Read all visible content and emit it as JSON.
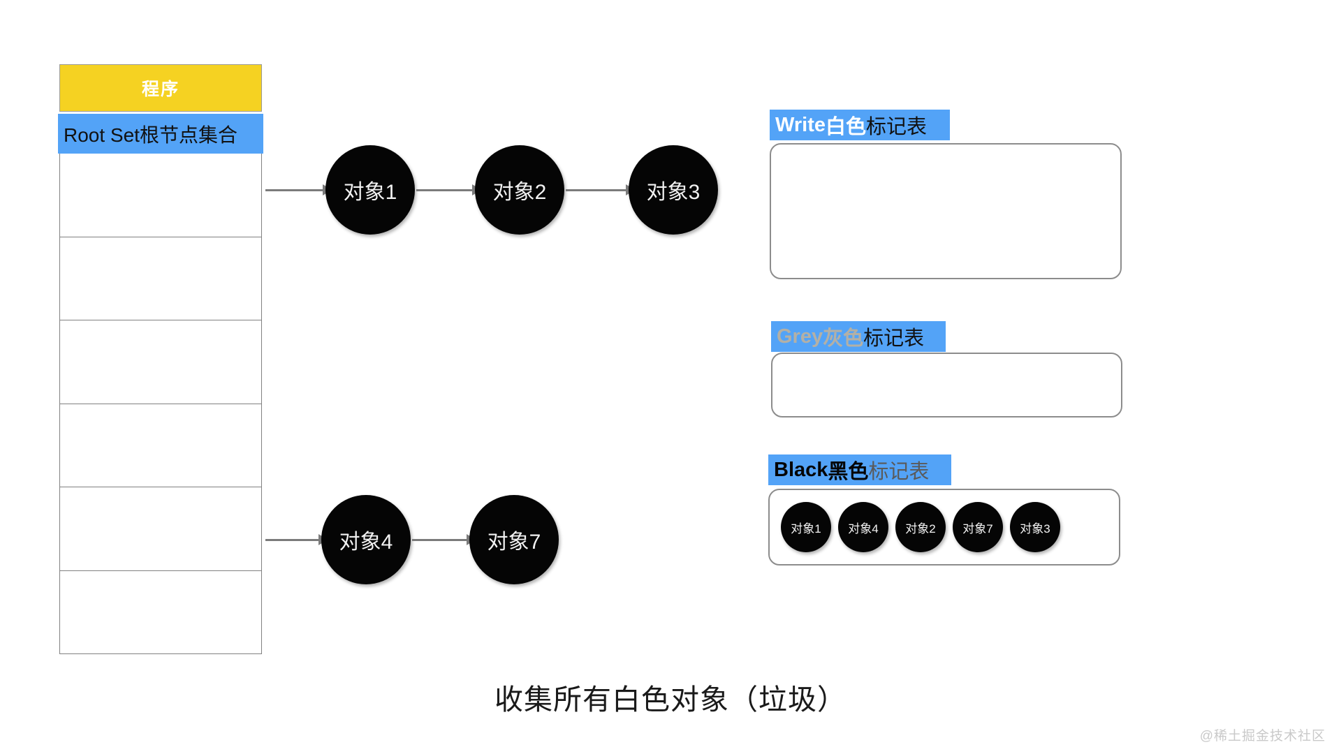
{
  "colors": {
    "program_header_bg": "#f5d222",
    "label_bg": "#53a3f7",
    "node_fill": "#050505",
    "arrow": "#7b7b7b",
    "box_border": "#8c8c8c",
    "canvas_bg": "#ffffff",
    "grey_text": "#b3b0a6",
    "watermark": "#c9c9c9"
  },
  "program": {
    "header_label": "程序"
  },
  "root_set": {
    "header_label": "Root Set根节点集合",
    "row_count": 6,
    "rows": [
      "",
      "",
      "",
      "",
      "",
      ""
    ]
  },
  "graph": {
    "chains": [
      {
        "name": "chain-top",
        "nodes": [
          "对象1",
          "对象2",
          "对象3"
        ]
      },
      {
        "name": "chain-bottom",
        "nodes": [
          "对象4",
          "对象7"
        ]
      }
    ]
  },
  "panels": [
    {
      "key": "write",
      "label_en": "Write ",
      "label_color_cn": "白色",
      "label_tail": "标记表",
      "en_text_color": "#ffffff",
      "cn_text_color": "#ffffff",
      "tail_text_color": "#111111",
      "items": []
    },
    {
      "key": "grey",
      "label_en": "Grey ",
      "label_color_cn": "灰色",
      "label_tail": "标记表",
      "en_text_color": "#b3b0a6",
      "cn_text_color": "#b3b0a6",
      "tail_text_color": "#111111",
      "items": []
    },
    {
      "key": "black",
      "label_en": "Black ",
      "label_color_cn": "黑色",
      "label_tail": "标记表",
      "en_text_color": "#050505",
      "cn_text_color": "#050505",
      "tail_text_color": "#5a5a5a",
      "items": [
        "对象1",
        "对象4",
        "对象2",
        "对象7",
        "对象3"
      ]
    }
  ],
  "caption": "收集所有白色对象（垃圾）",
  "watermark": "@稀土掘金技术社区"
}
